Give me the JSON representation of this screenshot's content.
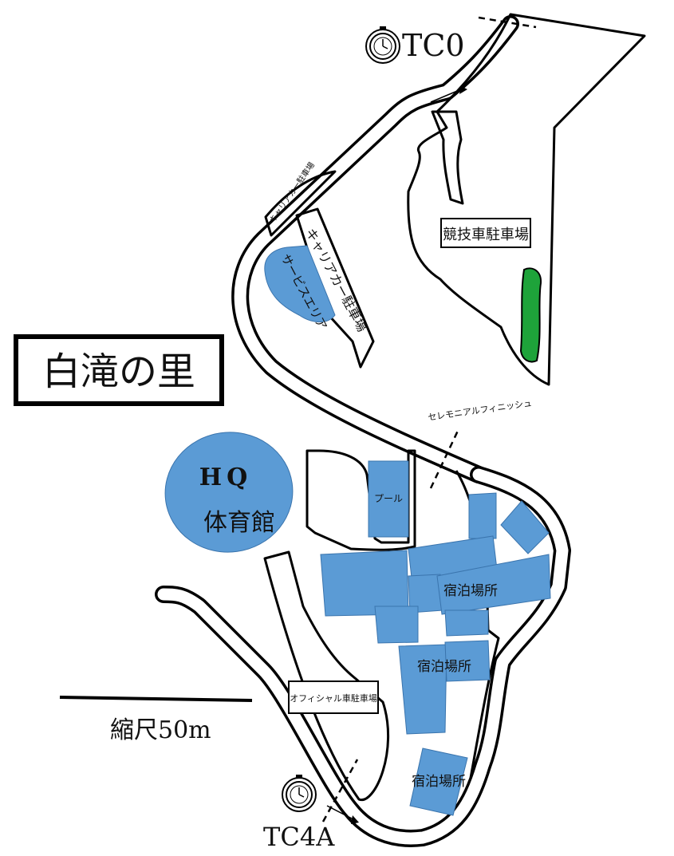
{
  "map": {
    "title": "白滝の里",
    "scale_label": "縮尺50m",
    "checkpoints": {
      "tc0": "TC0",
      "tc4a": "TC4A"
    },
    "labels": {
      "competition_parking": "競技車駐車場",
      "carrier_parking_top": "キャリアカー駐車場",
      "carrier_parking_inner": "キャリアカー駐車場",
      "hq_line1": "HQ",
      "hq_line2": "体育館",
      "pool": "プール",
      "ceremonial_finish": "セレモニアルフィニッシュ",
      "lodging_1": "宿泊場所",
      "lodging_2": "宿泊場所",
      "lodging_3": "宿泊場所",
      "official_parking": "オフィシャル車駐車場",
      "service_area": "サービスエリア"
    },
    "colors": {
      "building": "#5b9bd5",
      "hq": "#5b9bd5",
      "green_area": "#1ea33a"
    },
    "icons": [
      "stopwatch-icon",
      "stopwatch-icon"
    ]
  }
}
